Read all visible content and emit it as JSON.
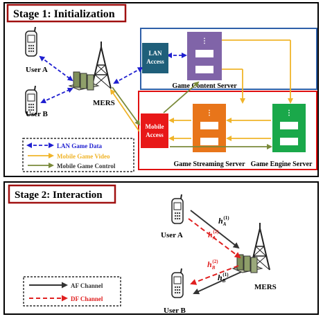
{
  "stage1": {
    "title": "Stage 1: Initialization",
    "user_a": "User A",
    "user_b": "User B",
    "mers": "MERS",
    "lan_access": [
      "LAN",
      "Access"
    ],
    "mobile_access": [
      "Mobile",
      "Access"
    ],
    "game_content_server": "Game Content Server",
    "game_streaming_server": "Game Streaming Server",
    "game_engine_server": "Game Engine Server",
    "legend": [
      {
        "label": "LAN Game Data",
        "color": "#1f1fd0"
      },
      {
        "label": "Mobile Game Video",
        "color": "#f0b429"
      },
      {
        "label": "Mobile Game Control",
        "color": "#7a8a3a"
      }
    ]
  },
  "stage2": {
    "title": "Stage 2: Interaction",
    "user_a": "User A",
    "user_b": "User B",
    "mers": "MERS",
    "channels": {
      "hA1": {
        "base": "h",
        "sub": "A",
        "sup": "(1)"
      },
      "hA2": {
        "base": "h",
        "sub": "A",
        "sup": "(2)"
      },
      "hB2": {
        "base": "h",
        "sub": "B",
        "sup": "(2)"
      },
      "hB1": {
        "base": "h",
        "sub": "B",
        "sup": "(1)"
      }
    },
    "legend": [
      {
        "label": "AF Channel",
        "color": "#333333"
      },
      {
        "label": "DF Channel",
        "color": "#e02020"
      }
    ]
  },
  "colors": {
    "title_border": "#a01010",
    "content_server": "#8064a8",
    "streaming_server": "#e8751a",
    "engine_server": "#1aa84a",
    "lan_access": "#1f5f7a",
    "mobile_access": "#e81818",
    "blue_box": "#2e5fa8",
    "red_box": "#e01010"
  }
}
